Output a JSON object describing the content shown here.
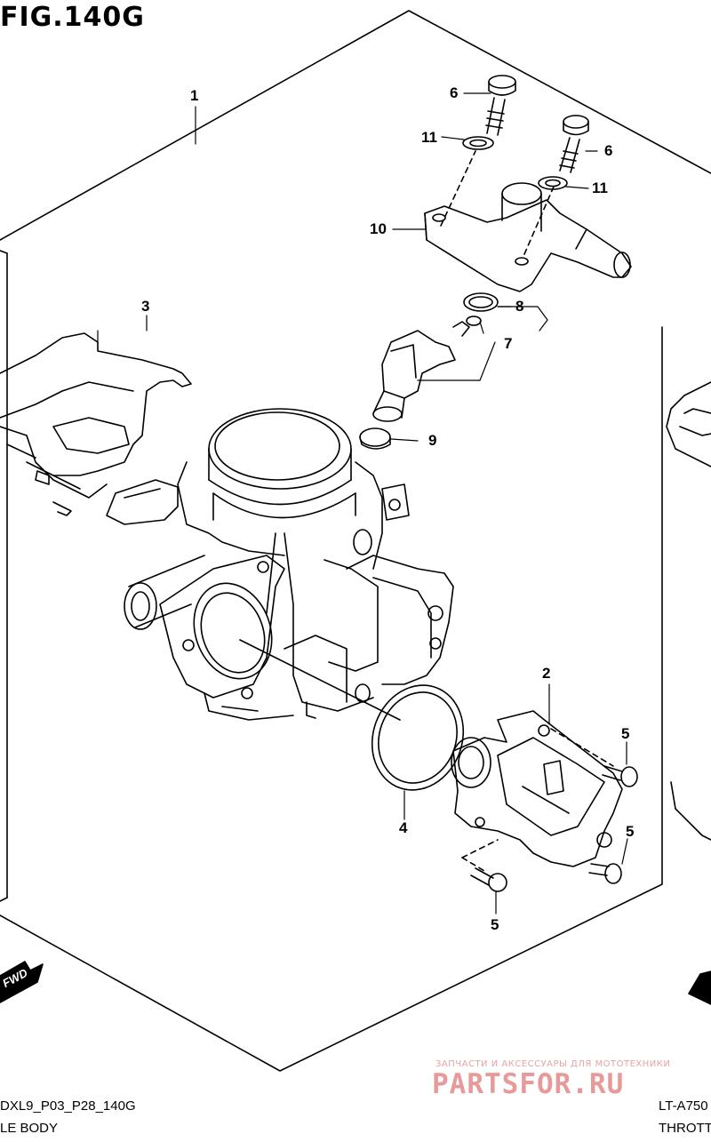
{
  "figure": {
    "title": "FIG.140G"
  },
  "callouts": [
    {
      "id": "c1",
      "text": "1"
    },
    {
      "id": "c2",
      "text": "2"
    },
    {
      "id": "c3",
      "text": "3"
    },
    {
      "id": "c4",
      "text": "4"
    },
    {
      "id": "c5a",
      "text": "5"
    },
    {
      "id": "c5b",
      "text": "5"
    },
    {
      "id": "c5c",
      "text": "5"
    },
    {
      "id": "c6a",
      "text": "6"
    },
    {
      "id": "c6b",
      "text": "6"
    },
    {
      "id": "c7",
      "text": "7"
    },
    {
      "id": "c8",
      "text": "8"
    },
    {
      "id": "c9",
      "text": "9"
    },
    {
      "id": "c10",
      "text": "10"
    },
    {
      "id": "c11a",
      "text": "11"
    },
    {
      "id": "c11b",
      "text": "11"
    }
  ],
  "fwd_badges": [
    "FWD"
  ],
  "footer": {
    "code_left": "DXL9_P03_P28_140G",
    "caption_left": "LE BODY",
    "code_right": "LT-A750",
    "caption_right": "THROTTL"
  },
  "watermark": {
    "tagline": "ЗАПЧАСТИ И АКСЕССУАРЫ ДЛЯ МОТОТЕХНИКИ",
    "logo_text": "PARTSFOR.RU",
    "color": "#e89a9a"
  }
}
